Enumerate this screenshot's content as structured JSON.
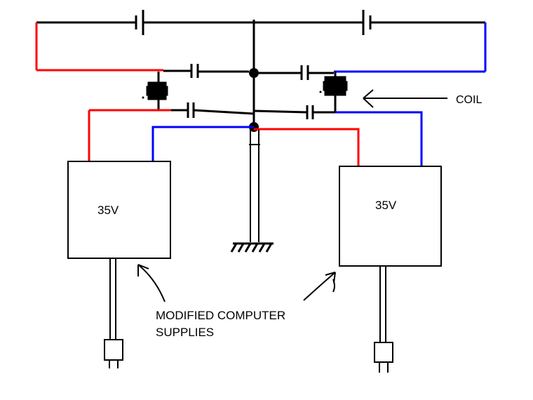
{
  "labels": {
    "coil": "COIL",
    "supply_left": "35V",
    "supply_right": "35V",
    "caption_line1": "MODIFIED COMPUTER",
    "caption_line2": "SUPPLIES"
  },
  "colors": {
    "wire_black": "#000000",
    "wire_red": "#ff0000",
    "wire_blue": "#0000ff",
    "background": "#ffffff"
  }
}
